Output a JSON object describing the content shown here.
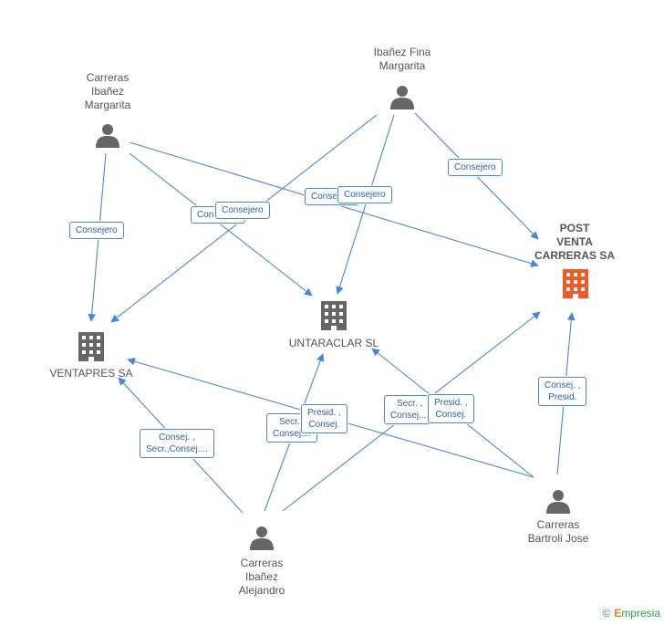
{
  "people": {
    "carreras_ibanez_margarita": {
      "lines": [
        "Carreras",
        "Ibañez",
        "Margarita"
      ]
    },
    "ibanez_fina_margarita": {
      "lines": [
        "Ibañez Fina",
        "Margarita"
      ]
    },
    "carreras_ibanez_alejandro": {
      "lines": [
        "Carreras",
        "Ibañez",
        "Alejandro"
      ]
    },
    "carreras_bartroli_jose": {
      "lines": [
        "Carreras",
        "Bartroli Jose"
      ]
    }
  },
  "companies": {
    "post_venta": {
      "lines": [
        "POST",
        "VENTA",
        "CARRERAS SA"
      ],
      "color": "#f05a28"
    },
    "untaraclar": {
      "lines": [
        "UNTARACLAR SL"
      ],
      "color": "#666666"
    },
    "ventapres": {
      "lines": [
        "VENTAPRES SA"
      ],
      "color": "#666666"
    }
  },
  "edge_labels": {
    "cim_ventapres": [
      "Consejero"
    ],
    "cim_untaraclar": [
      "Consejero"
    ],
    "ifm_ventapres": [
      "Consejero"
    ],
    "cim_postventa": [
      "Consejero"
    ],
    "ifm_untaraclar": [
      "Consejero"
    ],
    "ifm_postventa": [
      "Consejero"
    ],
    "cia_ventapres": [
      "Consej. ,",
      "Secr.,Consej...."
    ],
    "cia_untaraclar": [
      "Secr. ,",
      "Consej...."
    ],
    "cia_postventa": [
      "Presid. ,",
      "Consej."
    ],
    "cbj_untaraclar": [
      "Secr. ,",
      "Consej...."
    ],
    "cbj_ventapres": [
      "Presid. ,",
      "Consej."
    ],
    "cbj_postventa": [
      "Consej. ,",
      "Presid."
    ]
  },
  "footer": {
    "copyright": "©",
    "brand_first": "E",
    "brand_rest": "mpresia"
  },
  "colors": {
    "edge": "#4a86d4",
    "person": "#666666",
    "highlight_company": "#f05a28"
  }
}
